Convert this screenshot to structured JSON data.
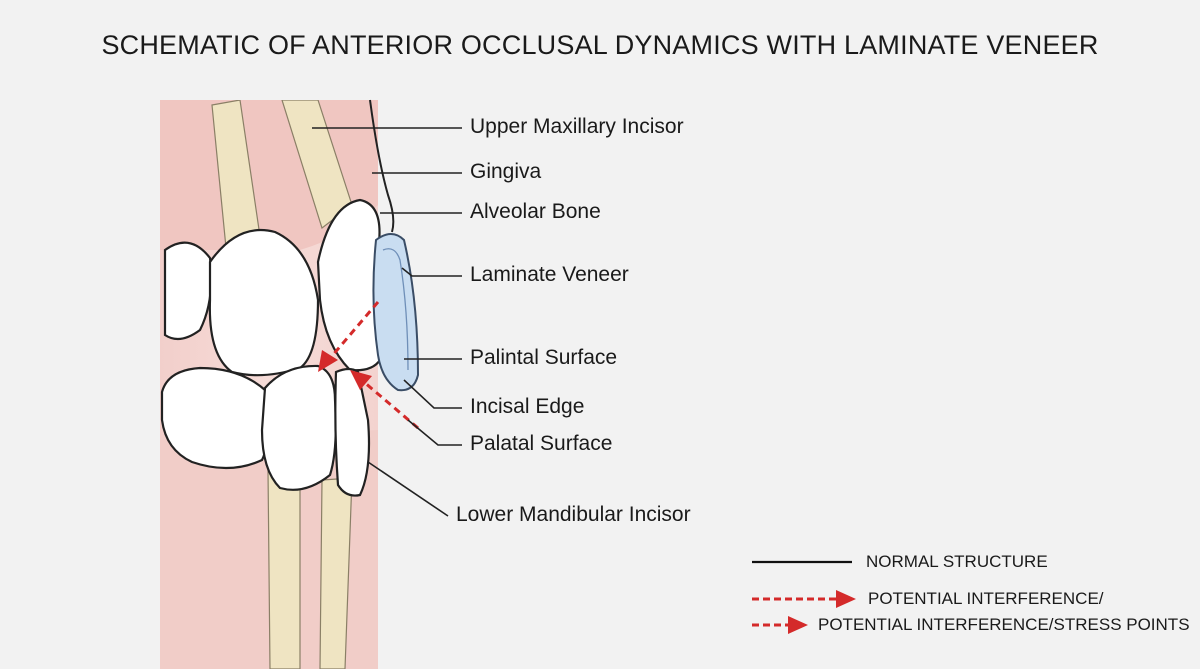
{
  "title": "SCHEMATIC OF ANTERIOR OCCLUSAL DYNAMICS WITH LAMINATE VENEER",
  "labels": {
    "upper_incisor": "Upper Maxillary Incisor",
    "gingiva": "Gingiva",
    "alveolar_bone": "Alveolar Bone",
    "laminate_veneer": "Laminate Veneer",
    "palintal_surface": "Palintal Surface",
    "incisal_edge": "Incisal Edge",
    "palatal_surface": "Palatal Surface",
    "lower_incisor": "Lower Mandibular Incisor"
  },
  "legend": {
    "normal": "NORMAL STRUCTURE",
    "interference": "POTENTIAL INTERFERENCE/",
    "stress": "POTENTIAL INTERFERENCE/STRESS POINTS"
  },
  "colors": {
    "gum": "#f0c4c0",
    "root": "#efe4c0",
    "veneer": "#c7dcf0",
    "arrow": "#d42a2a",
    "outline": "#222222"
  }
}
